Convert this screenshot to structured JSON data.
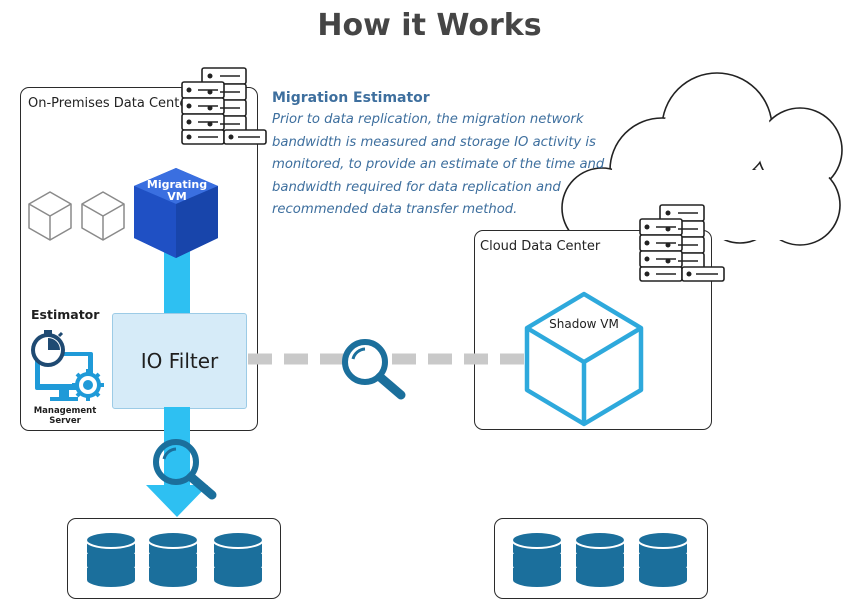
{
  "title": "How it Works",
  "on_premises": {
    "label": "On-Premises Data Center"
  },
  "migrating_vm": {
    "line1": "Migrating",
    "line2": "VM"
  },
  "estimator": {
    "label": "Estimator",
    "server_line1": "Management",
    "server_line2": "Server"
  },
  "io_filter": {
    "label": "IO Filter"
  },
  "migration_estimator": {
    "title": "Migration Estimator",
    "lines": [
      "Prior to data replication, the migration network",
      "bandwidth is measured and storage IO activity is",
      "monitored, to provide an estimate of the time and",
      "bandwidth required for data replication and",
      "recommended data transfer method."
    ]
  },
  "cloud": {
    "label": "Cloud Data Center"
  },
  "shadow_vm": {
    "label": "Shadow VM"
  },
  "colors": {
    "accent_blue": "#2aa7dc",
    "deep_blue": "#1a4f9a",
    "text_blue": "#3e6f9e",
    "title_gray": "#454545"
  }
}
